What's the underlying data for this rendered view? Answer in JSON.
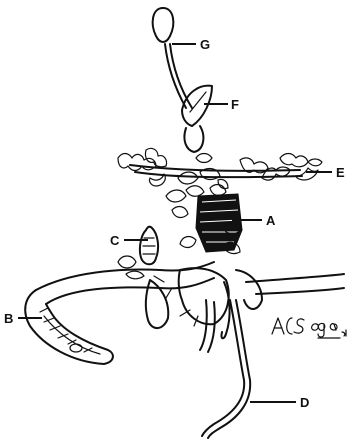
{
  "figure": {
    "labels": {
      "A": "A",
      "B": "B",
      "C": "C",
      "D": "D",
      "E": "E",
      "F": "F",
      "G": "G"
    },
    "signature": "A. C. Sega del."
  }
}
